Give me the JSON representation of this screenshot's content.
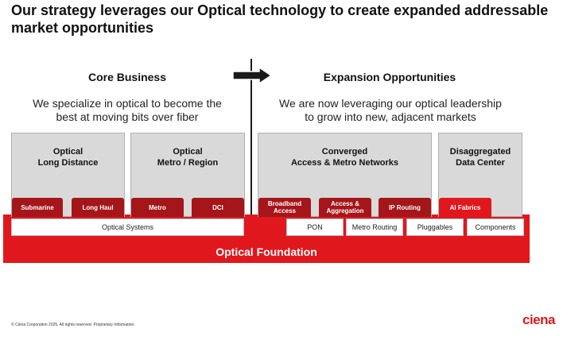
{
  "title": "Our strategy leverages our Optical technology to create expanded addressable market opportunities",
  "core": {
    "heading": "Core Business",
    "subtitle_line1": "We specialize in optical to become the",
    "subtitle_line2": "best at moving bits over fiber"
  },
  "expansion": {
    "heading": "Expansion Opportunities",
    "subtitle_line1": "We are now leveraging our optical leadership",
    "subtitle_line2": "to grow into new, adjacent markets"
  },
  "panels": {
    "long_distance": {
      "line1": "Optical",
      "line2": "Long Distance",
      "chips": [
        "Submarine",
        "Long Haul"
      ]
    },
    "metro_region": {
      "line1": "Optical",
      "line2": "Metro / Region",
      "chips": [
        "Metro",
        "DCI"
      ]
    },
    "converged": {
      "line1": "Converged",
      "line2": "Access & Metro Networks",
      "chips": [
        [
          "Broadband",
          "Access"
        ],
        [
          "Access &",
          "Aggregation"
        ],
        "IP Routing"
      ]
    },
    "data_center": {
      "line1": "Disaggregated",
      "line2": "Data Center",
      "chips": [
        "AI Fabrics"
      ]
    }
  },
  "foundation": {
    "label": "Optical Foundation",
    "boxes": [
      "Optical Systems",
      "PON",
      "Metro Routing",
      "Pluggables",
      "Components"
    ]
  },
  "footer": "© Ciena Corporation 2025. All rights reserved. Proprietary Information.",
  "logo_text": "ciena",
  "colors": {
    "accent_red": "#e0181e",
    "dark_red": "#a4161a",
    "panel_gray": "#d9d9d9"
  }
}
